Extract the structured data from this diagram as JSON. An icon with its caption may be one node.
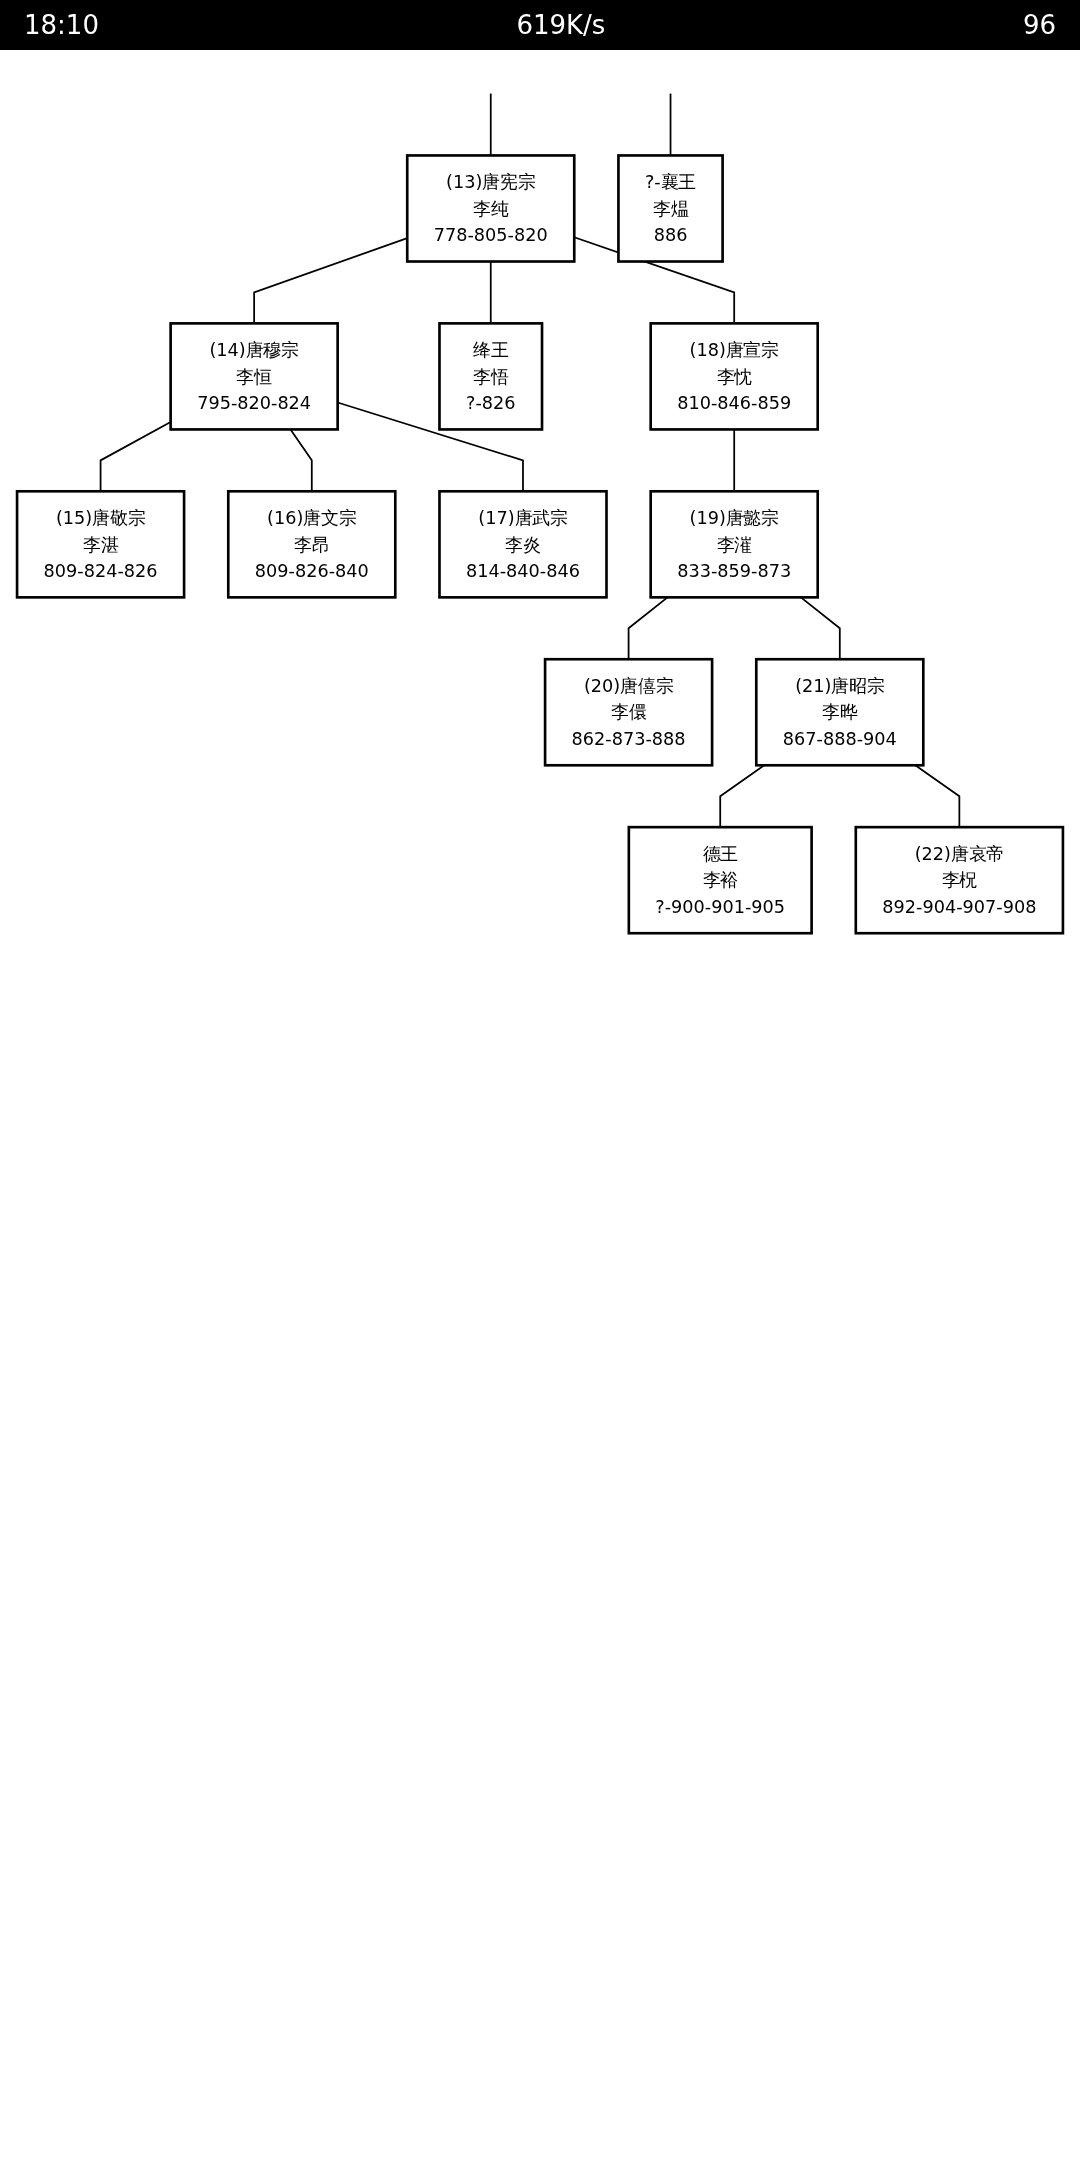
{
  "diagram": {
    "nodes": [
      {
        "text": [
          "(13)唐宪宗",
          "李纯",
          "778-805-820"
        ]
      },
      {
        "text": [
          "?-襄王",
          "李煴",
          "886"
        ]
      },
      {
        "text": [
          "(14)唐穆宗",
          "李恒",
          "795-820-824"
        ]
      },
      {
        "text": [
          "绛王",
          "李悟",
          "?-826"
        ]
      },
      {
        "text": [
          "(18)唐宣宗",
          "李忱",
          "810-846-859"
        ]
      },
      {
        "text": [
          "(15)唐敬宗",
          "李湛",
          "809-824-826"
        ]
      },
      {
        "text": [
          "(16)唐文宗",
          "李昂",
          "809-826-840"
        ]
      },
      {
        "text": [
          "(17)唐武宗",
          "李炎",
          "814-840-846"
        ]
      },
      {
        "text": [
          "(19)唐懿宗",
          "李漼",
          "833-859-873"
        ]
      },
      {
        "text": [
          "(20)唐僖宗",
          "李儇",
          "862-873-888"
        ]
      },
      {
        "text": [
          "(21)唐昭宗",
          "李晔",
          "867-888-904"
        ]
      },
      {
        "text": [
          "德王",
          "李裕",
          "?-900-901-905"
        ]
      },
      {
        "text": [
          "(22)唐哀帝",
          "李柷",
          "892-904-907-908"
        ]
      }
    ],
    "edges": [
      {
        "from": null,
        "to": 0,
        "arrow": "none"
      },
      {
        "from": null,
        "to": 1,
        "arrow": "none"
      },
      {
        "from": 0,
        "to": 2,
        "arrow": "none"
      },
      {
        "from": 0,
        "to": 3,
        "arrow": "none"
      },
      {
        "from": 0,
        "to": 4,
        "arrow": "none"
      },
      {
        "from": 2,
        "to": 5,
        "arrow": "none"
      },
      {
        "from": 2,
        "to": 6,
        "arrow": "none"
      },
      {
        "from": 2,
        "to": 7,
        "arrow": "none"
      },
      {
        "from": 4,
        "to": 8,
        "arrow": "none"
      },
      {
        "from": 8,
        "to": 9,
        "arrow": "none"
      },
      {
        "from": 8,
        "to": 10,
        "arrow": "none"
      },
      {
        "from": 10,
        "to": 11,
        "arrow": "none"
      },
      {
        "from": 10,
        "to": 12,
        "arrow": "none"
      }
    ],
    "labels": [
      "18:10",
      "619K/s",
      "96"
    ]
  }
}
